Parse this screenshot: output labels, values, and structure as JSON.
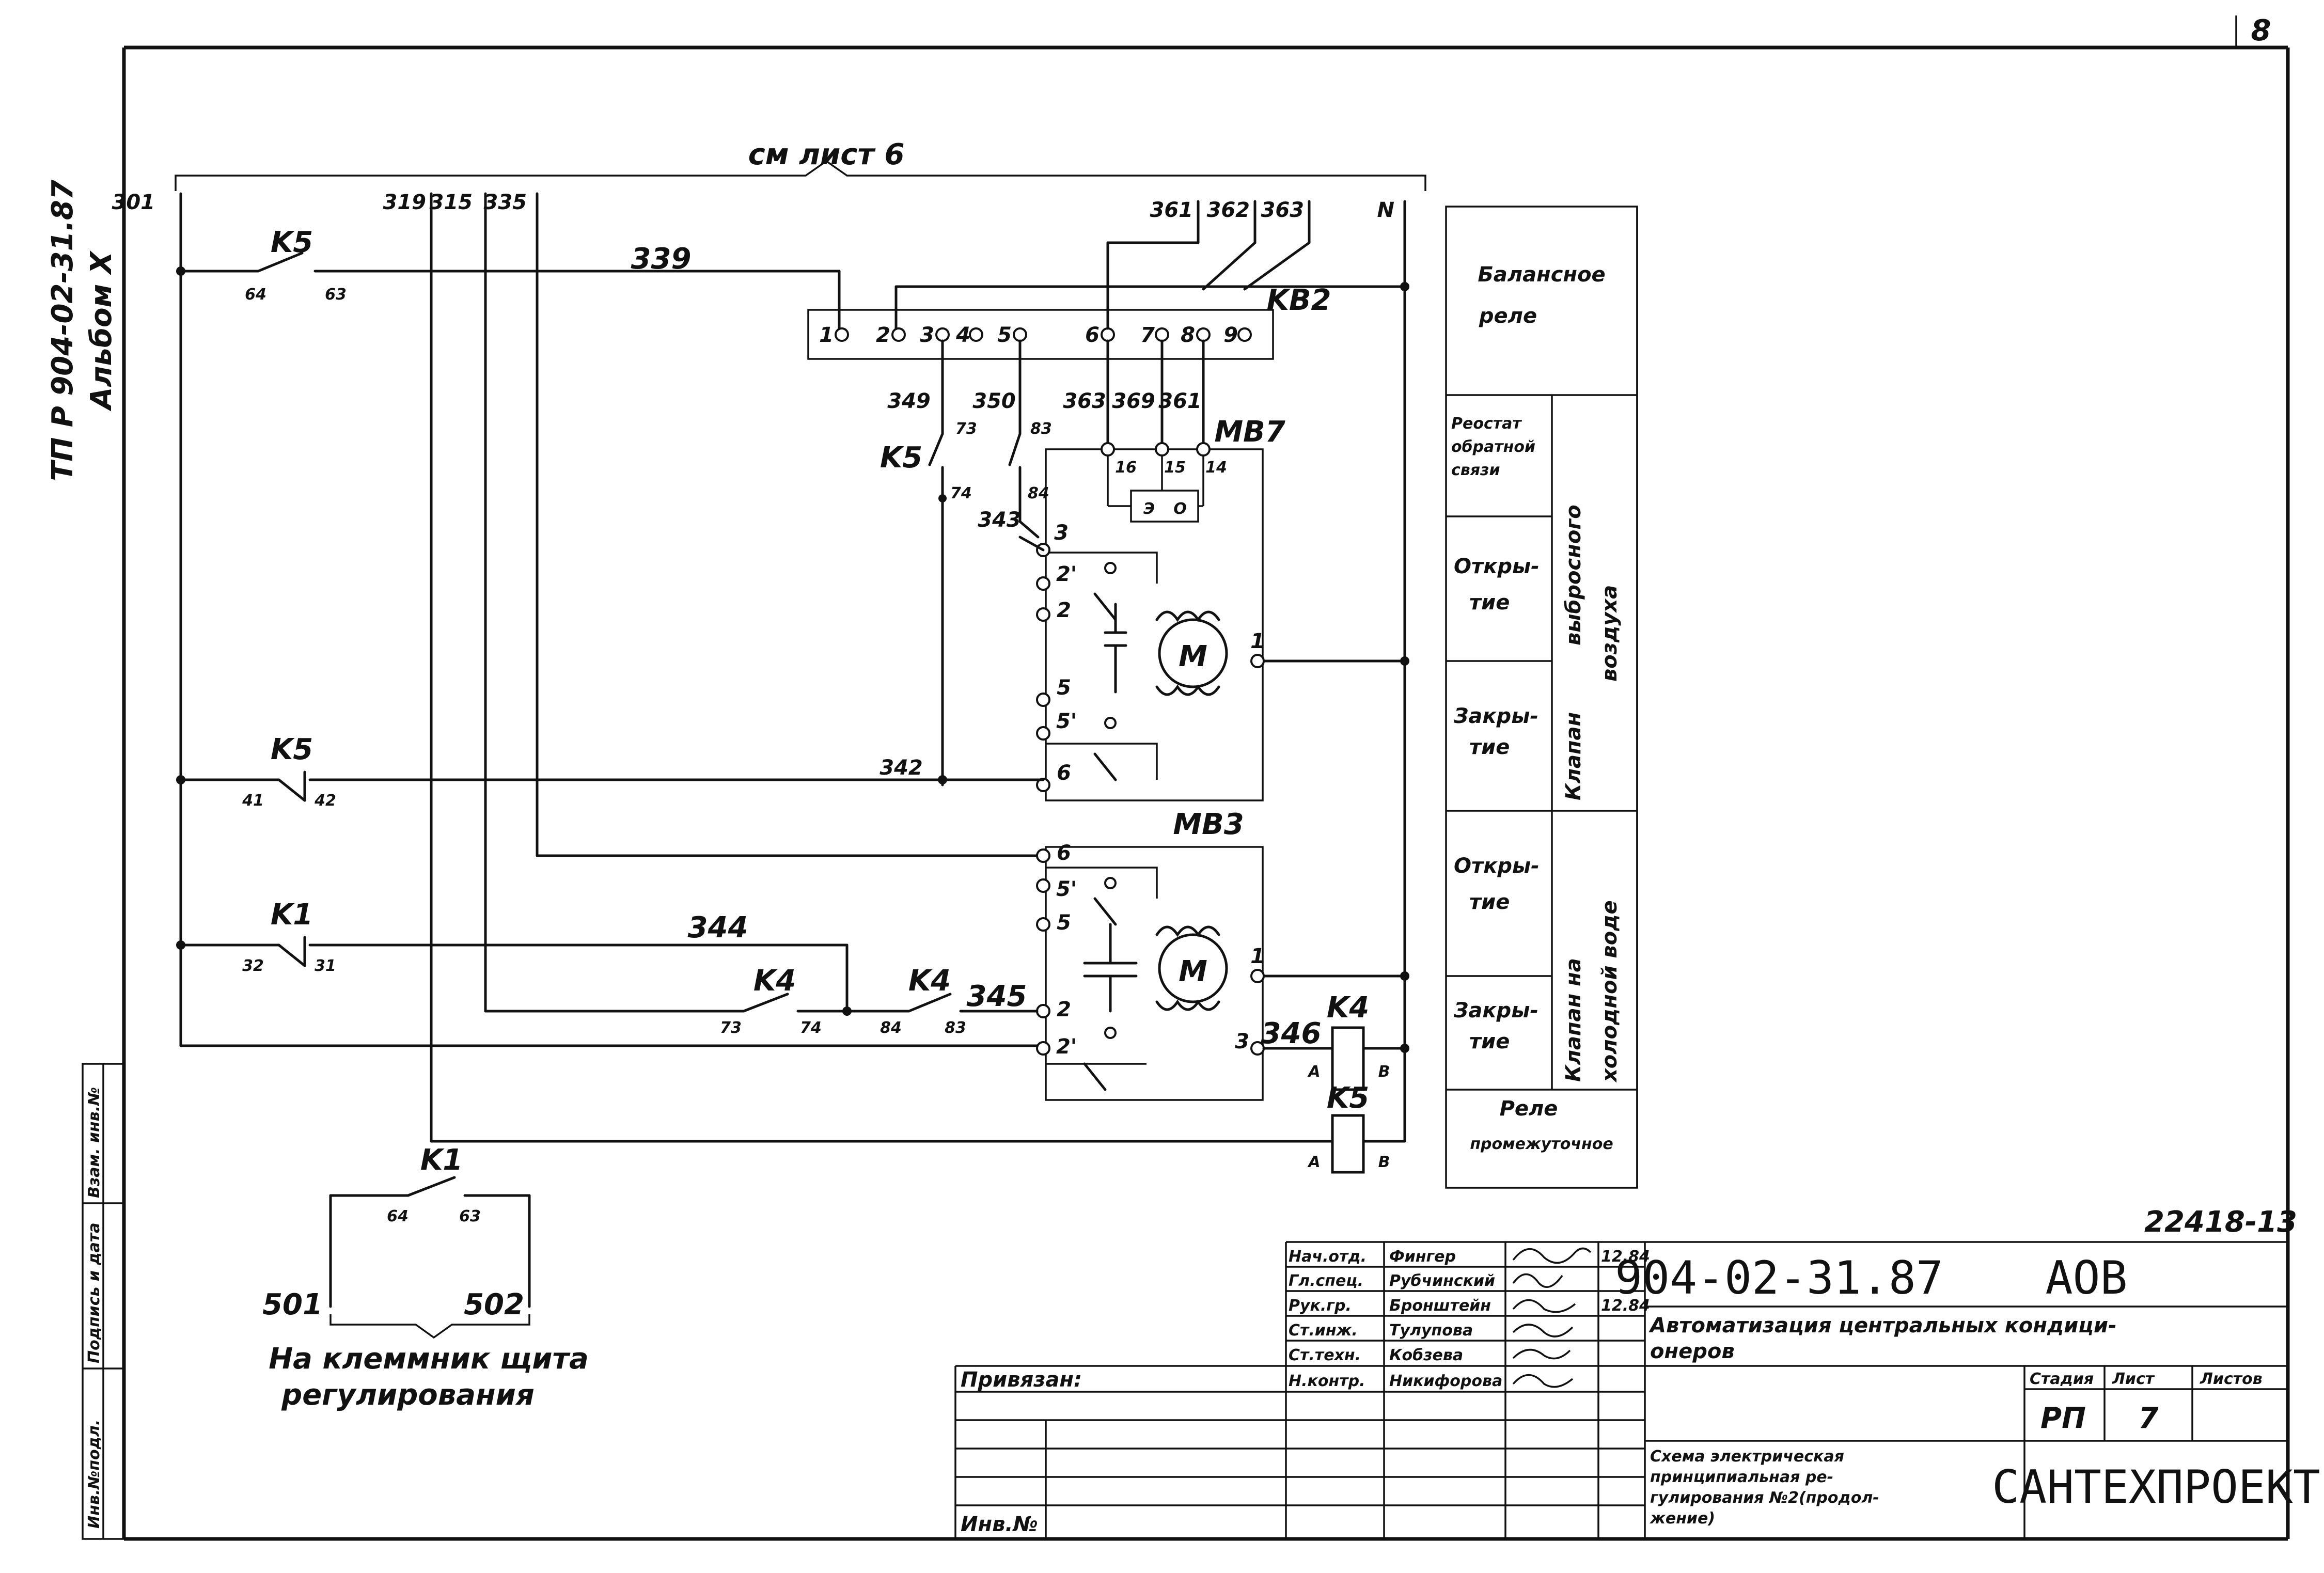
{
  "corner_sheet_no": "8",
  "album": {
    "line1": "ТП Р 904-02-31.87",
    "line2": "Альбом X"
  },
  "side_stamp": [
    "Инв.№подл.",
    "Подпись и дата",
    "Взам. инв.№"
  ],
  "wires": {
    "see_sheet": "см лист 6",
    "top": [
      "301",
      "319",
      "315",
      "335",
      "361",
      "362",
      "363",
      "N"
    ],
    "w339": "339",
    "w349": "349",
    "w350": "350",
    "w363b": "363",
    "w369": "369",
    "w361b": "361",
    "w343": "343",
    "w342": "342",
    "w344": "344",
    "w345": "345",
    "w346": "346",
    "w501": "501",
    "w502": "502"
  },
  "devices": {
    "k5": "K5",
    "k1": "K1",
    "k4": "K4",
    "kb2": "KB2",
    "mb7": "MB7",
    "mb3": "MB3",
    "motor": "M",
    "coil_a": "A",
    "coil_b": "B"
  },
  "contacts": {
    "c64": "64",
    "c63": "63",
    "c73": "73",
    "c74": "74",
    "c83": "83",
    "c84": "84",
    "c41": "41",
    "c42": "42",
    "c32": "32",
    "c31": "31"
  },
  "terminals": {
    "kb2": [
      "1",
      "2",
      "3",
      "4",
      "5",
      "6",
      "7",
      "8",
      "9"
    ],
    "mb7": [
      "16",
      "15",
      "14"
    ],
    "motor": [
      "3",
      "2'",
      "2",
      "1",
      "5",
      "5'",
      "6"
    ],
    "mb3": [
      "6",
      "5'",
      "5",
      "1",
      "2",
      "2'",
      "3"
    ],
    "pot": [
      "Э",
      "О"
    ]
  },
  "note_terminal_block": [
    "На клеммник щита",
    "регулирования"
  ],
  "legend": {
    "balance_relay": [
      "Балансное",
      "реле"
    ],
    "feedback_rheostat": [
      "Реостат",
      "обратной",
      "связи"
    ],
    "exhaust_valve": [
      "Клапан",
      "выбросного",
      "воздуха"
    ],
    "open": [
      "Откры-",
      "тие"
    ],
    "close": [
      "Закры-",
      "тие"
    ],
    "water_valve": [
      "Клапан на",
      "холодной воде"
    ],
    "relay_intermediate": [
      "Реле",
      "промежуточное"
    ]
  },
  "titleblock": {
    "doc_no": "22418-13",
    "code": "904-02-31.87",
    "mark": "АОВ",
    "tied": "Привязан:",
    "inv": "Инв.№",
    "roles": [
      "Нач.отд.",
      "Гл.спец.",
      "Рук.гр.",
      "Ст.инж.",
      "Ст.техн.",
      "Н.контр."
    ],
    "names": [
      "Фингер",
      "Рубчинский",
      "Бронштейн",
      "Тулупова",
      "Кобзева",
      "Никифорова"
    ],
    "dates": [
      "12.84",
      "",
      "12.84",
      "",
      "",
      ""
    ],
    "project": [
      "Автоматизация центральных кондици-",
      "онеров"
    ],
    "stage_hdr": [
      "Стадия",
      "Лист",
      "Листов"
    ],
    "stage": "РП",
    "sheet": "7",
    "sheets": "",
    "drawing_title": [
      "Схема электрическая",
      "принципиальная ре-",
      "гулирования №2(продол-",
      "жение)"
    ],
    "org": "САНТЕХПРОЕКТ"
  }
}
